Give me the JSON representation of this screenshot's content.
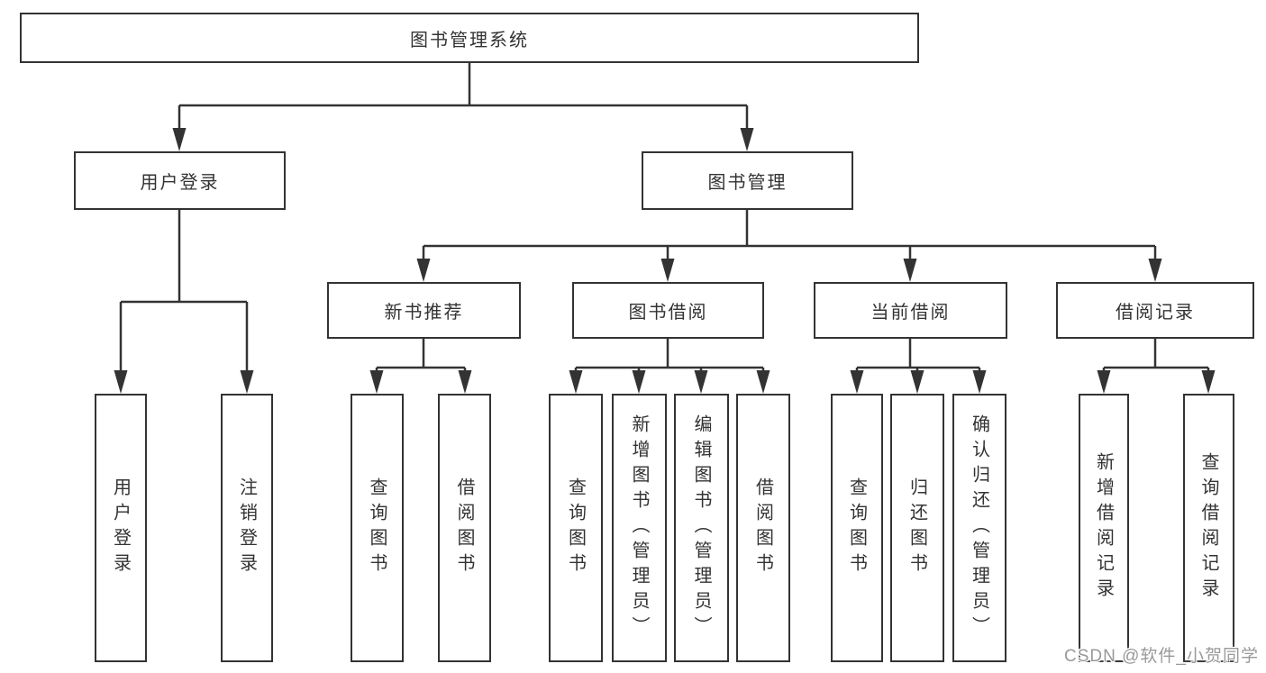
{
  "tree": {
    "root": {
      "label": "图书管理系统",
      "children": [
        {
          "label": "用户登录",
          "children": [
            {
              "label": "用户登录"
            },
            {
              "label": "注销登录"
            }
          ]
        },
        {
          "label": "图书管理",
          "children": [
            {
              "label": "新书推荐",
              "children": [
                {
                  "label": "查询图书"
                },
                {
                  "label": "借阅图书"
                }
              ]
            },
            {
              "label": "图书借阅",
              "children": [
                {
                  "label": "查询图书"
                },
                {
                  "label": "新增图书（管理员）"
                },
                {
                  "label": "编辑图书（管理员）"
                },
                {
                  "label": "借阅图书"
                }
              ]
            },
            {
              "label": "当前借阅",
              "children": [
                {
                  "label": "查询图书"
                },
                {
                  "label": "归还图书"
                },
                {
                  "label": "确认归还（管理员）"
                }
              ]
            },
            {
              "label": "借阅记录",
              "children": [
                {
                  "label": "新增借阅记录"
                },
                {
                  "label": "查询借阅记录"
                }
              ]
            }
          ]
        }
      ]
    }
  },
  "watermark": {
    "text": "CSDN @软件_小贺同学"
  },
  "colors": {
    "line": "#333333",
    "box_border": "#333333",
    "text": "#333333",
    "watermark_text": "#999999",
    "background": "#ffffff"
  }
}
